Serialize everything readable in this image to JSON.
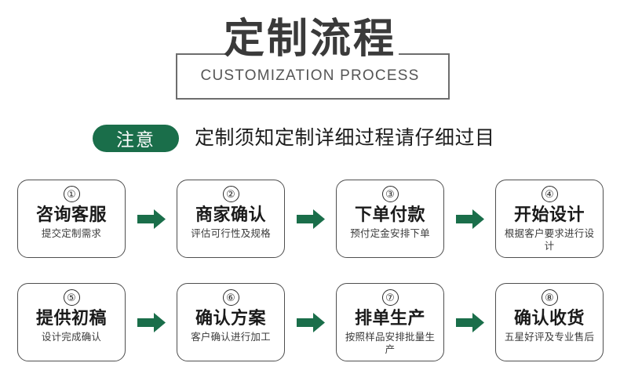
{
  "header": {
    "title_cn": "定制流程",
    "title_en": "CUSTOMIZATION PROCESS"
  },
  "notice": {
    "badge_label": "注意",
    "text": "定制须知定制详细过程请仔细过目",
    "badge_color": "#1a6e4a"
  },
  "theme": {
    "arrow_color": "#1a6e4a",
    "card_border": "#4f4f4f",
    "frame_border": "#6d6d6d",
    "title_color": "#3a3a3a"
  },
  "steps": [
    {
      "number": "①",
      "title": "咨询客服",
      "desc": "提交定制需求"
    },
    {
      "number": "②",
      "title": "商家确认",
      "desc": "评估可行性及规格"
    },
    {
      "number": "③",
      "title": "下单付款",
      "desc": "预付定金安排下单"
    },
    {
      "number": "④",
      "title": "开始设计",
      "desc": "根据客户要求进行设计"
    },
    {
      "number": "⑤",
      "title": "提供初稿",
      "desc": "设计完成确认"
    },
    {
      "number": "⑥",
      "title": "确认方案",
      "desc": "客户确认进行加工"
    },
    {
      "number": "⑦",
      "title": "排单生产",
      "desc": "按照样品安排批量生产"
    },
    {
      "number": "⑧",
      "title": "确认收货",
      "desc": "五星好评及专业售后"
    }
  ]
}
